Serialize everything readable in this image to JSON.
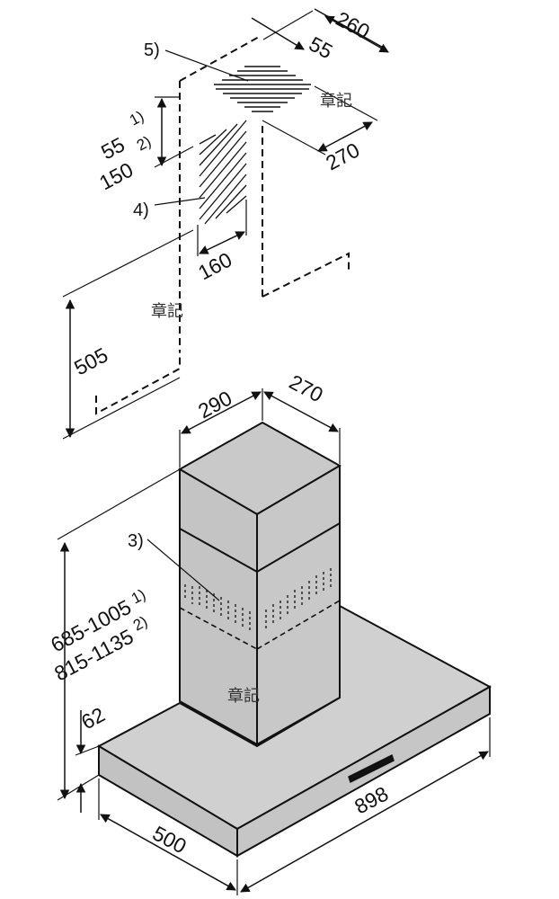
{
  "dimensions": {
    "top_width": "260",
    "top_offset": "55",
    "top_depth": "270",
    "vertical_offset_1": "55",
    "vertical_offset_2": "150",
    "opening_width": "160",
    "bracket_height": "505",
    "chimney_width": "290",
    "chimney_depth": "270",
    "height_range_1": "685-1005",
    "height_range_2": "815-1135",
    "canopy_height": "62",
    "hood_width": "898",
    "hood_depth": "500"
  },
  "callouts": {
    "vent_area": "5)",
    "wall_area": "4)",
    "perforations": "3)",
    "note_1": "1)",
    "note_2": "2)"
  },
  "watermark": "章記",
  "colors": {
    "line": "#111111",
    "chimney_fill": "#c9c9c9",
    "canopy_fill": "#cfcfcf",
    "background": "#ffffff"
  }
}
